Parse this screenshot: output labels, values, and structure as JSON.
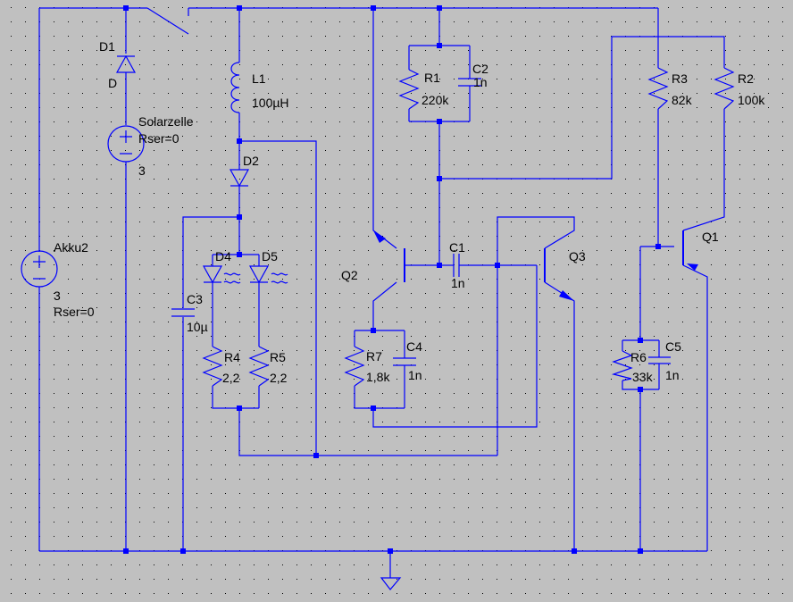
{
  "schematic": {
    "colors": {
      "background": "#c0c0c0",
      "wire": "#0000ff",
      "grid_dot": "#000000",
      "text": "#000000"
    },
    "components": {
      "akku2": {
        "name": "Akku2",
        "value": "3",
        "param": "Rser=0",
        "icon": "voltage-source-icon"
      },
      "solarzelle": {
        "name": "Solarzelle",
        "param": "Rser=0",
        "value": "3",
        "icon": "voltage-source-icon"
      },
      "d1": {
        "name": "D1",
        "value": "D",
        "icon": "diode-icon"
      },
      "l1": {
        "name": "L1",
        "value": "100µH",
        "icon": "inductor-icon"
      },
      "d2": {
        "name": "D2",
        "icon": "diode-icon"
      },
      "d4": {
        "name": "D4",
        "icon": "led-icon"
      },
      "d5": {
        "name": "D5",
        "icon": "led-icon"
      },
      "c3": {
        "name": "C3",
        "value": "10µ",
        "icon": "capacitor-icon"
      },
      "r4": {
        "name": "R4",
        "value": "2,2",
        "icon": "resistor-icon"
      },
      "r5": {
        "name": "R5",
        "value": "2,2",
        "icon": "resistor-icon"
      },
      "r1": {
        "name": "R1",
        "value": "220k",
        "icon": "resistor-icon"
      },
      "c2": {
        "name": "C2",
        "value": "1n",
        "icon": "capacitor-icon"
      },
      "q2": {
        "name": "Q2",
        "icon": "npn-transistor-icon"
      },
      "c1": {
        "name": "C1",
        "value": "1n",
        "icon": "capacitor-icon"
      },
      "q3": {
        "name": "Q3",
        "icon": "npn-transistor-icon"
      },
      "r7": {
        "name": "R7",
        "value": "1,8k",
        "icon": "resistor-icon"
      },
      "c4": {
        "name": "C4",
        "value": "1n",
        "icon": "capacitor-icon"
      },
      "r3": {
        "name": "R3",
        "value": "82k",
        "icon": "resistor-icon"
      },
      "r2": {
        "name": "R2",
        "value": "100k",
        "icon": "resistor-icon"
      },
      "q1": {
        "name": "Q1",
        "icon": "pnp-transistor-icon"
      },
      "r6": {
        "name": "R6",
        "value": "33k",
        "icon": "resistor-icon"
      },
      "c5": {
        "name": "C5",
        "value": "1n",
        "icon": "capacitor-icon"
      }
    }
  }
}
